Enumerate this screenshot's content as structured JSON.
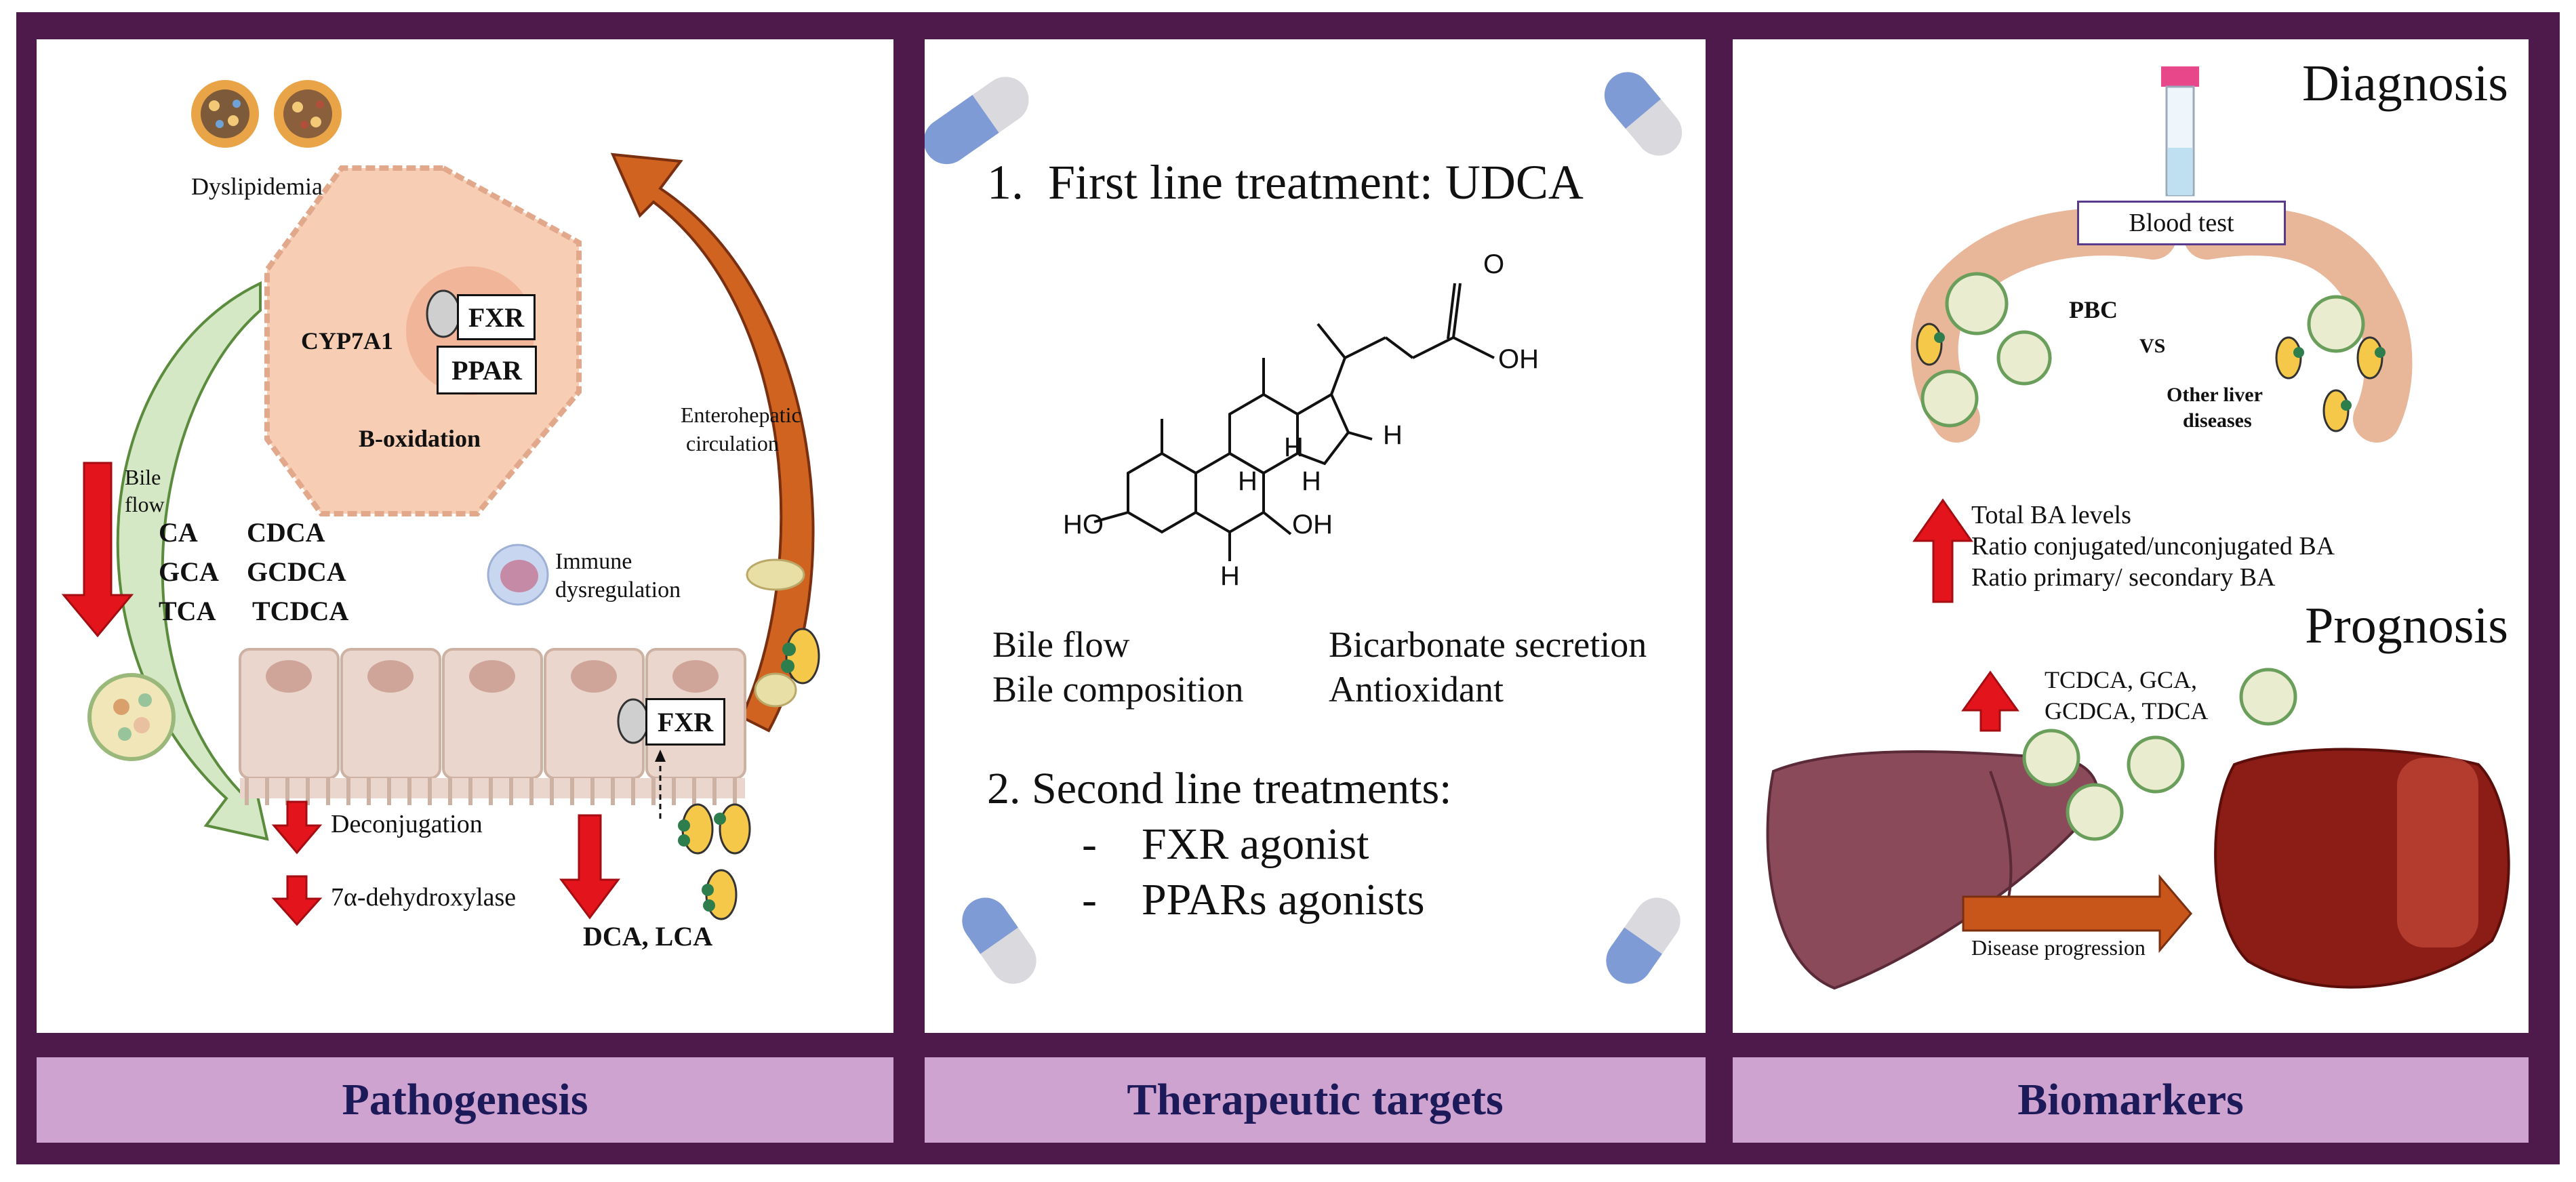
{
  "panels": {
    "pathogenesis": {
      "label": "Pathogenesis",
      "dyslipidemia": "Dyslipidemia",
      "cyp7a1": "CYP7A1",
      "fxr_hep": "FXR",
      "ppar": "PPAR",
      "b_oxidation": "B-oxidation",
      "enterohepatic_1": "Enterohepatic",
      "enterohepatic_2": "circulation",
      "bile_flow_1": "Bile",
      "bile_flow_2": "flow",
      "acids_col1": [
        "CA",
        "GCA",
        "TCA"
      ],
      "acids_col2": [
        "CDCA",
        "GCDCA",
        "TCDCA"
      ],
      "immune_1": "Immune",
      "immune_2": "dysregulation",
      "fxr_gut": "FXR",
      "deconjugation": "Deconjugation",
      "dehydroxylase": "7α-dehydroxylase",
      "secondary": "DCA, LCA"
    },
    "therapeutic": {
      "label": "Therapeutic targets",
      "first_line": "1. First line treatment: UDCA",
      "effects_left": [
        "Bile flow",
        "Bile composition"
      ],
      "effects_right": [
        "Bicarbonate secretion",
        "Antioxidant"
      ],
      "second_line": "2. Second line treatments:",
      "second_items": [
        "- FXR agonist",
        "- PPARs agonists"
      ],
      "chem_oh_top": "O",
      "chem_oh": "OH",
      "chem_ho": "HO",
      "chem_h": "H"
    },
    "biomarkers": {
      "label": "Biomarkers",
      "diagnosis": "Diagnosis",
      "blood_test": "Blood test",
      "pbc": "PBC",
      "vs": "VS",
      "other_1": "Other liver",
      "other_2": "diseases",
      "up_list": [
        "Total BA levels",
        "Ratio conjugated/unconjugated  BA",
        "Ratio primary/ secondary  BA"
      ],
      "prognosis": "Prognosis",
      "prog_acids_1": "TCDCA, GCA,",
      "prog_acids_2": "GCDCA, TDCA",
      "progression": "Disease progression"
    }
  },
  "colors": {
    "frame": "#4e1a4b",
    "label_bg": "#cfa3cf",
    "label_text": "#1d1a5a",
    "arrow_red": "#e3141b",
    "hepatocyte": "#f7cdb4",
    "orange_arrow": "#c8561a",
    "green_arrow": "#b9d6a7"
  }
}
